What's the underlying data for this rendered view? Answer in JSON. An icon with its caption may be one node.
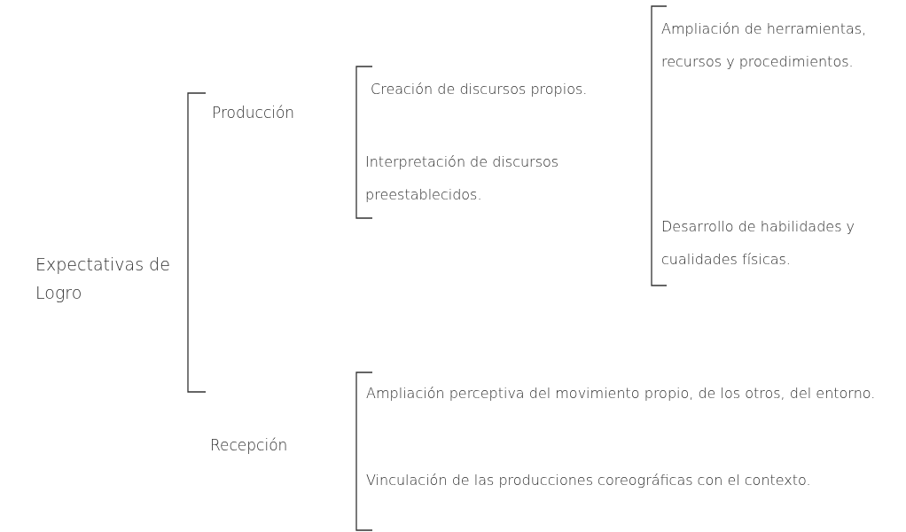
{
  "diagram": {
    "labels": [
      "Ampliación de herramientas, recursos y procedimientos.",
      "Creación de discursos propios.",
      "Producción",
      "Interpretación de discursos preestablecidos.",
      "Desarrollo de habilidades y cualidades físicas.",
      "Expectativas de Logro",
      "Ampliación perceptiva del movimiento propio, de los otros, del entorno.",
      "Recepción",
      "Vinculación de las producciones coreográficas con el contexto."
    ]
  }
}
